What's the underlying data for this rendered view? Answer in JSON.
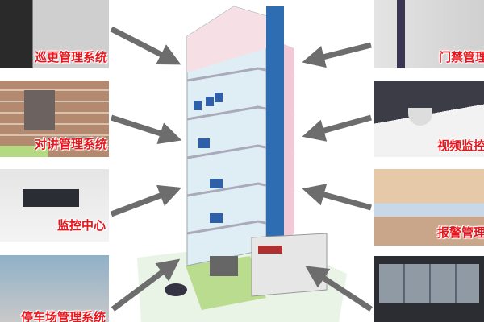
{
  "left_panels": [
    {
      "label": "巡更管理系统",
      "icon": "patrol-guard-photo"
    },
    {
      "label": "对讲管理系统",
      "icon": "intercom-photo"
    },
    {
      "label": "监控中心",
      "icon": "control-room-photo"
    },
    {
      "label": "停车场管理系统",
      "icon": "parking-gate-photo"
    }
  ],
  "right_panels": [
    {
      "label": "门禁管理系统",
      "icon": "access-control-photo"
    },
    {
      "label": "视频监控系统",
      "icon": "dome-camera-photo"
    },
    {
      "label": "报警管理系统",
      "icon": "perimeter-alarm-photo"
    },
    {
      "label": "",
      "icon": "video-wall-photo"
    }
  ],
  "colors": {
    "label": "#e8141b",
    "arrow": "#6d6d6d",
    "shaft": "#2f6db3"
  }
}
